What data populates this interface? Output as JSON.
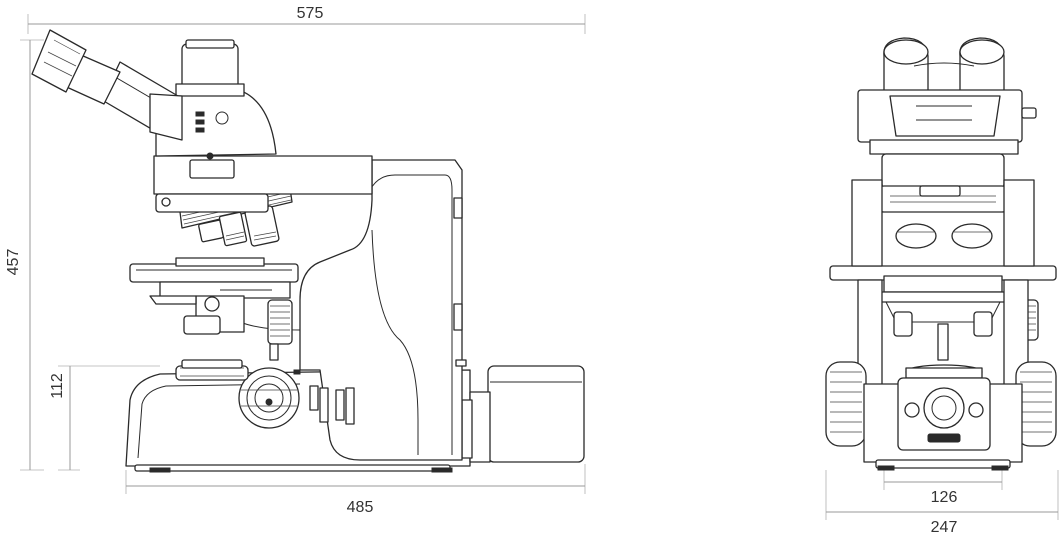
{
  "dimensions": {
    "side_width": "575",
    "side_height": "457",
    "side_base_height": "112",
    "side_depth": "485",
    "front_inner_width": "126",
    "front_total_width": "247"
  }
}
